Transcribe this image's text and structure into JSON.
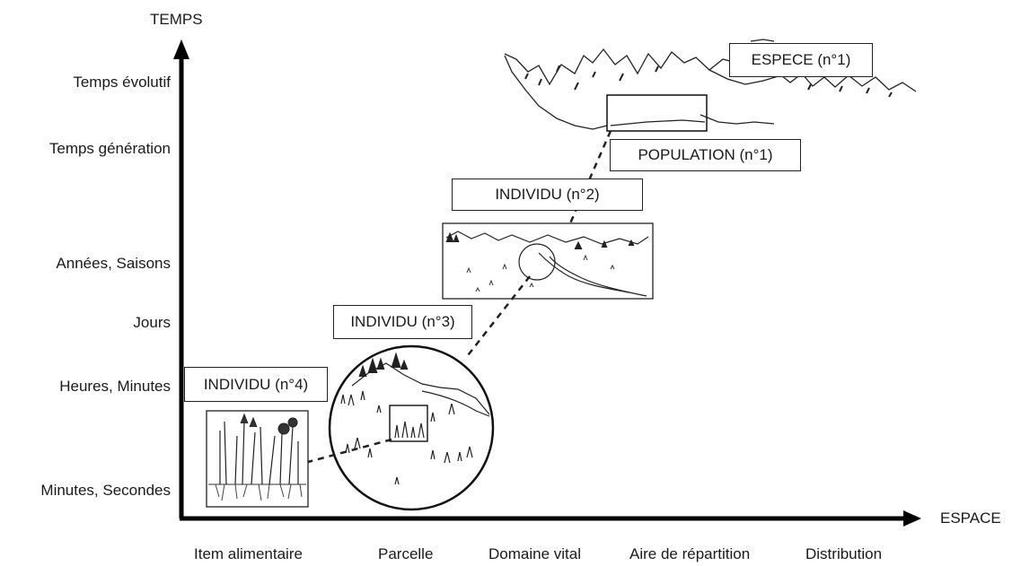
{
  "axes": {
    "y_title": "TEMPS",
    "x_title": "ESPACE",
    "y_labels": [
      "Temps évolutif",
      "Temps génération",
      "Années, Saisons",
      "Jours",
      "Heures, Minutes",
      "Minutes, Secondes"
    ],
    "x_labels": [
      "Item alimentaire",
      "Parcelle",
      "Domaine vital",
      "Aire de répartition",
      "Distribution"
    ]
  },
  "boxes": {
    "espece": "ESPECE (n°1)",
    "population": "POPULATION (n°1)",
    "individu2": "INDIVIDU (n°2)",
    "individu3": "INDIVIDU (n°3)",
    "individu4": "INDIVIDU (n°4)"
  },
  "illustrations": {
    "mountains": "mountain-landscape-sketch",
    "valley": "valley-landscape-sketch",
    "meadow": "meadow-circle-sketch",
    "plants": "plant-patch-sketch"
  }
}
